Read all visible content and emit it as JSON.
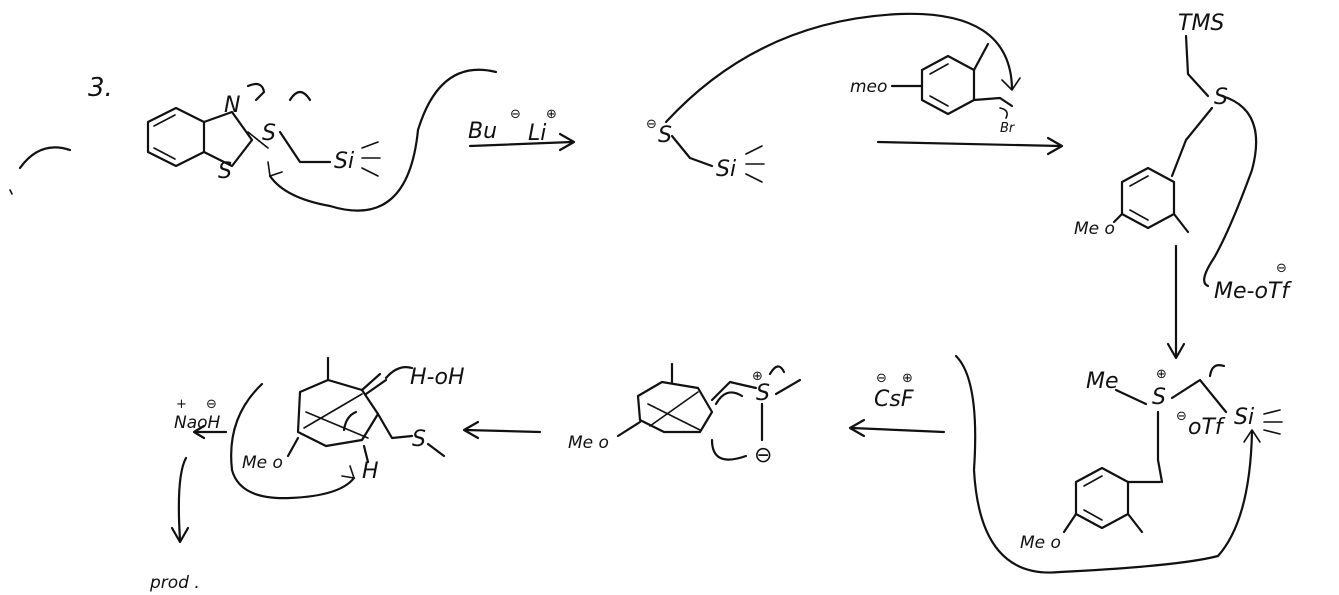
{
  "problem_number": "3.",
  "step1": {
    "atom_n": "N",
    "atom_s_ring": "S",
    "atom_s_chain": "S",
    "silyl": "Si",
    "reagent_base": "Bu",
    "reagent_base_charge": "⊖",
    "reagent_counterion": "Li",
    "reagent_counterion_charge": "⊕"
  },
  "step2": {
    "thiolate": "S",
    "thiolate_charge": "⊖",
    "silyl": "Si",
    "electrophile_substituent": "meo",
    "leaving_group": "Br"
  },
  "step3": {
    "tms": "TMS",
    "sulfur": "S",
    "methoxy": "Me o",
    "methylating_agent": "Me-oTf",
    "methylating_charge": "⊖"
  },
  "step4": {
    "methyl": "Me",
    "sulfonium": "S",
    "sulfonium_charge": "⊕",
    "triflate": "oTf",
    "triflate_charge": "⊖",
    "silyl": "Si",
    "methoxy": "Me o"
  },
  "step5": {
    "fluoride": "CsF",
    "fluoride_charges": [
      "⊖",
      "⊕"
    ]
  },
  "step6": {
    "methoxy": "Me o",
    "sulfonium": "S",
    "sulfonium_charge": "⊕",
    "ylide_charge": "⊖"
  },
  "step7": {
    "water": "H-oH",
    "methoxy": "Me o",
    "sulfur": "S",
    "hydrogen": "H"
  },
  "final": {
    "base": "NaoH",
    "base_charges": [
      "+",
      "⊖"
    ],
    "product_label": "prod ."
  }
}
